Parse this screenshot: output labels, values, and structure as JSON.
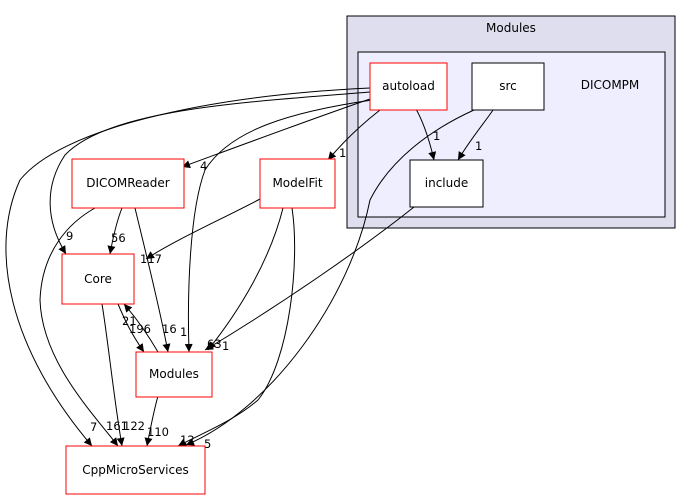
{
  "colors": {
    "outer_cluster_fill": "#dedeef",
    "inner_cluster_fill": "#eeeeff",
    "cluster_stroke": "#000000",
    "node_red_stroke": "#ff0000",
    "node_black_stroke": "#000000",
    "node_fill": "#ffffff",
    "edge": "#000000"
  },
  "clusters": {
    "outer": {
      "label": "Modules"
    },
    "inner": {
      "label": "DICOMPM"
    }
  },
  "nodes": {
    "autoload": {
      "label": "autoload"
    },
    "src": {
      "label": "src"
    },
    "include": {
      "label": "include"
    },
    "dicomreader": {
      "label": "DICOMReader"
    },
    "modelfit": {
      "label": "ModelFit"
    },
    "core": {
      "label": "Core"
    },
    "modules": {
      "label": "Modules"
    },
    "cppmicroservices": {
      "label": "CppMicroServices"
    }
  },
  "edges": [
    {
      "from": "autoload",
      "to": "include",
      "label": "1"
    },
    {
      "from": "src",
      "to": "include",
      "label": "1"
    },
    {
      "from": "autoload",
      "to": "dicomreader",
      "label": "4"
    },
    {
      "from": "autoload",
      "to": "modelfit",
      "label": "1"
    },
    {
      "from": "autoload",
      "to": "core",
      "label": "9"
    },
    {
      "from": "autoload",
      "to": "modules",
      "label": "1"
    },
    {
      "from": "autoload",
      "to": "cppmicroservices",
      "label": "7"
    },
    {
      "from": "src",
      "to": "cppmicroservices",
      "label": "5"
    },
    {
      "from": "include",
      "to": "modules",
      "label": "1"
    },
    {
      "from": "dicomreader",
      "to": "core",
      "label": "56"
    },
    {
      "from": "dicomreader",
      "to": "modules",
      "label": "16"
    },
    {
      "from": "dicomreader",
      "to": "cppmicroservices",
      "label": "161"
    },
    {
      "from": "modelfit",
      "to": "core",
      "label": "117"
    },
    {
      "from": "modelfit",
      "to": "modules",
      "label": "63"
    },
    {
      "from": "modelfit",
      "to": "cppmicroservices",
      "label": "12"
    },
    {
      "from": "core",
      "to": "modules",
      "label": "196"
    },
    {
      "from": "core",
      "to": "cppmicroservices",
      "label": "122"
    },
    {
      "from": "modules",
      "to": "core",
      "label": "21"
    },
    {
      "from": "modules",
      "to": "cppmicroservices",
      "label": "110"
    }
  ]
}
